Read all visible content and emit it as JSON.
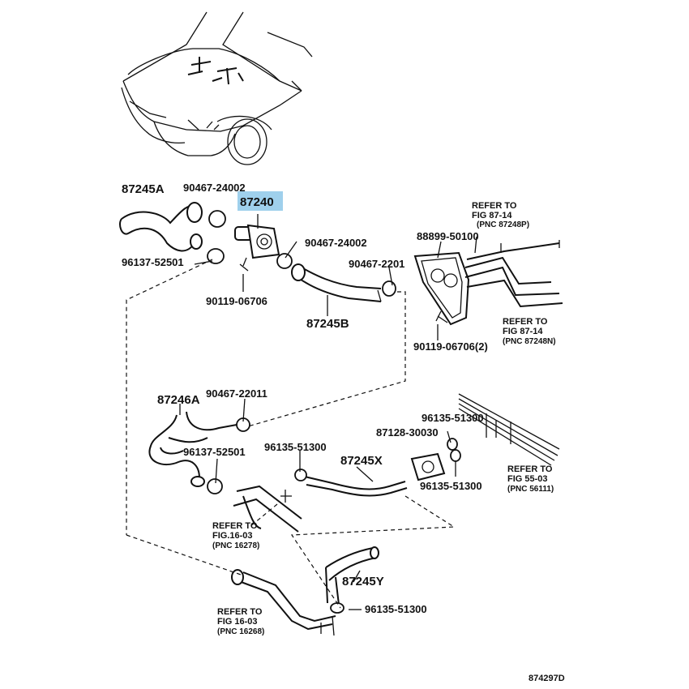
{
  "highlight_color": "#9fd0ec",
  "labels": {
    "l87245A": "87245A",
    "l90467_24002_a": "90467-24002",
    "l87240": "87240",
    "l90467_24002_b": "90467-24002",
    "l96137_52501_a": "96137-52501",
    "l90467_2201": "90467-2201",
    "l90119_06706_a": "90119-06706",
    "l87245B": "87245B",
    "l88899_50100": "88899-50100",
    "l90119_06706_b": "90119-06706(2)",
    "l87246A": "87246A",
    "l90467_22011": "90467-22011",
    "l96135_51300_a": "96135-51300",
    "l87128_30030": "87128-30030",
    "l96137_52501_b": "96137-52501",
    "l96135_51300_b": "96135-51300",
    "l87245X": "87245X",
    "l96135_51300_c": "96135-51300",
    "l87245Y": "87245Y",
    "l96135_51300_d": "96135-51300",
    "diagram_code": "874297D"
  },
  "refs": {
    "r1": [
      "REFER  TO",
      "FIG  87-14",
      "(PNC  87248P)"
    ],
    "r2": [
      "REFER  TO",
      "FIG  87-14",
      "(PNC  87248N)"
    ],
    "r3": [
      "REFER  TO",
      "FIG  55-03",
      "(PNC  56111)"
    ],
    "r4": [
      "REFER TO",
      "FIG.16-03",
      "(PNC 16278)"
    ],
    "r5": [
      "REFER  TO",
      "FIG  16-03",
      "(PNC  16268)"
    ]
  }
}
